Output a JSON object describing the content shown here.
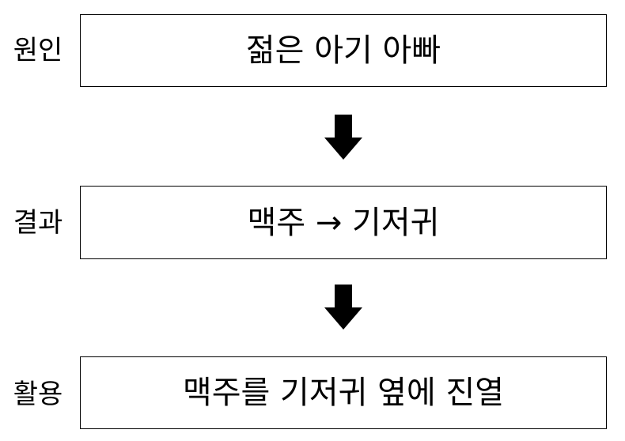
{
  "rows": [
    {
      "label": "원인",
      "content": "젊은 아기 아빠"
    },
    {
      "label": "결과",
      "content": "맥주 → 기저귀"
    },
    {
      "label": "활용",
      "content": "맥주를 기저귀 옆에 진열"
    }
  ],
  "colors": {
    "text": "#000000",
    "border": "#000000",
    "arrow": "#000000",
    "background": "#ffffff"
  },
  "icons": {
    "arrow_1": "down-arrow-icon",
    "arrow_2": "down-arrow-icon"
  }
}
